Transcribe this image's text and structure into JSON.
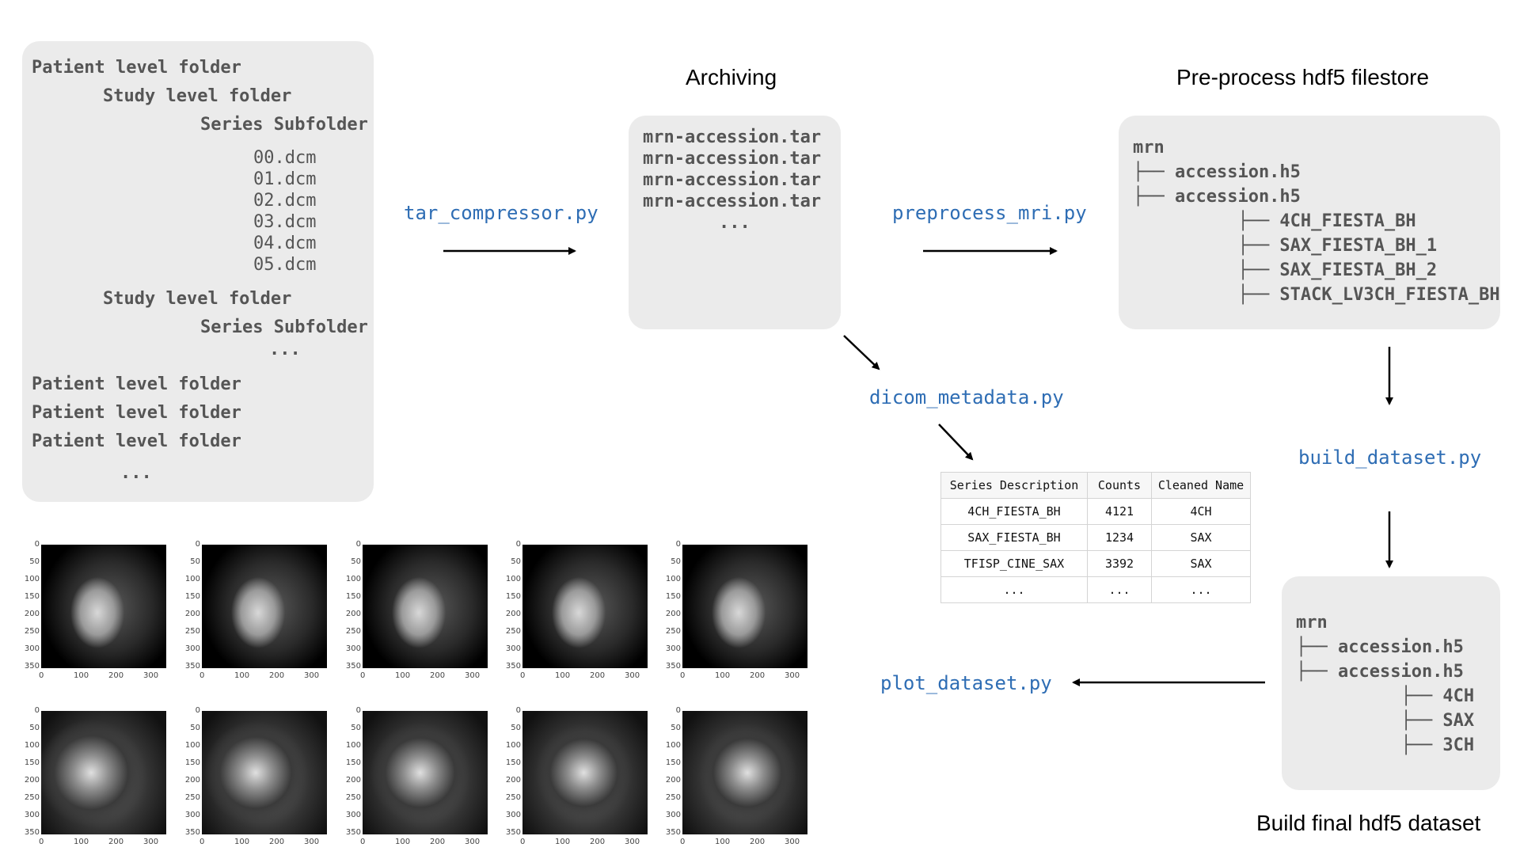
{
  "folder_tree": {
    "patient_1": "Patient level folder",
    "study_1": "Study level folder",
    "series_1": "Series Subfolder",
    "files": [
      "00.dcm",
      "01.dcm",
      "02.dcm",
      "03.dcm",
      "04.dcm",
      "05.dcm"
    ],
    "study_2": "Study level folder",
    "series_2": "Series Subfolder",
    "series_ellipsis": "...",
    "patient_2": "Patient level folder",
    "patient_3": "Patient level folder",
    "patient_4": "Patient level folder",
    "patient_ellipsis": "..."
  },
  "archiving": {
    "title": "Archiving",
    "files": [
      "mrn-accession.tar",
      "mrn-accession.tar",
      "mrn-accession.tar",
      "mrn-accession.tar"
    ],
    "ellipsis": "..."
  },
  "preprocess": {
    "title": "Pre-process hdf5 filestore",
    "lines": [
      "mrn",
      "├── accession.h5",
      "├── accession.h5",
      "          ├── 4CH_FIESTA_BH",
      "          ├── SAX_FIESTA_BH_1",
      "          ├── SAX_FIESTA_BH_2",
      "          ├── STACK_LV3CH_FIESTA_BH"
    ]
  },
  "final": {
    "title": "Build final hdf5 dataset",
    "lines": [
      "mrn",
      "├── accession.h5",
      "├── accession.h5",
      "          ├── 4CH",
      "          ├── SAX",
      "          ├── 3CH"
    ]
  },
  "scripts": {
    "tar_compressor": "tar_compressor.py",
    "preprocess_mri": "preprocess_mri.py",
    "dicom_metadata": "dicom_metadata.py",
    "build_dataset": "build_dataset.py",
    "plot_dataset": "plot_dataset.py"
  },
  "metadata_table": {
    "headers": [
      "Series Description",
      "Counts",
      "Cleaned Name"
    ],
    "rows": [
      [
        "4CH_FIESTA_BH",
        "4121",
        "4CH"
      ],
      [
        "SAX_FIESTA_BH",
        "1234",
        "SAX"
      ],
      [
        "TFISP_CINE_SAX",
        "3392",
        "SAX"
      ],
      [
        "...",
        "...",
        "..."
      ]
    ]
  },
  "plot_axes": {
    "y_ticks": [
      "0",
      "50",
      "100",
      "150",
      "200",
      "250",
      "300",
      "350"
    ],
    "x_ticks": [
      "0",
      "100",
      "200",
      "300"
    ]
  }
}
